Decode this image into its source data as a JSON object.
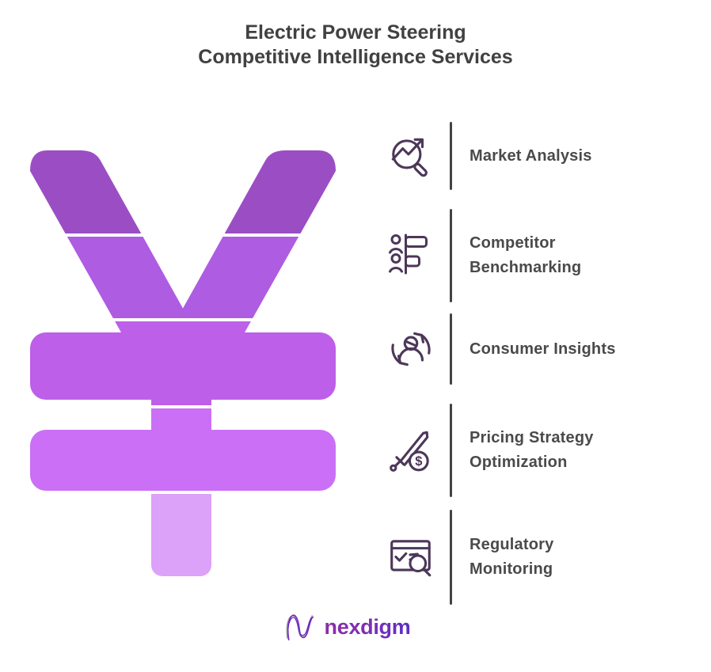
{
  "title": {
    "line1": "Electric Power Steering",
    "line2": "Competitive Intelligence Services"
  },
  "yen_symbol": {
    "shape": "yen-currency-sign",
    "segments": [
      {
        "name": "arms-top",
        "color": "#9b4ec4"
      },
      {
        "name": "arms-bottom",
        "color": "#ae5ce2"
      },
      {
        "name": "upper-bar",
        "color": "#bd5fe9"
      },
      {
        "name": "lower-bar",
        "color": "#ca6ff6"
      },
      {
        "name": "stem",
        "color": "#dca1f8"
      }
    ]
  },
  "services": [
    {
      "label": "Market Analysis",
      "icon": "market-analysis-icon"
    },
    {
      "label": "Competitor\nBenchmarking",
      "icon": "competitor-benchmarking-icon"
    },
    {
      "label": "Consumer Insights",
      "icon": "consumer-insights-icon"
    },
    {
      "label": "Pricing Strategy\nOptimization",
      "icon": "pricing-strategy-icon"
    },
    {
      "label": "Regulatory\nMonitoring",
      "icon": "regulatory-monitoring-icon"
    }
  ],
  "footer": {
    "brand": "nexdigm"
  },
  "colors": {
    "title_text": "#414141",
    "service_text": "#4a4a4a",
    "divider": "#434347",
    "icon_stroke": "#4c3759",
    "brand_purple": "#7a2db4",
    "background": "#ffffff"
  }
}
